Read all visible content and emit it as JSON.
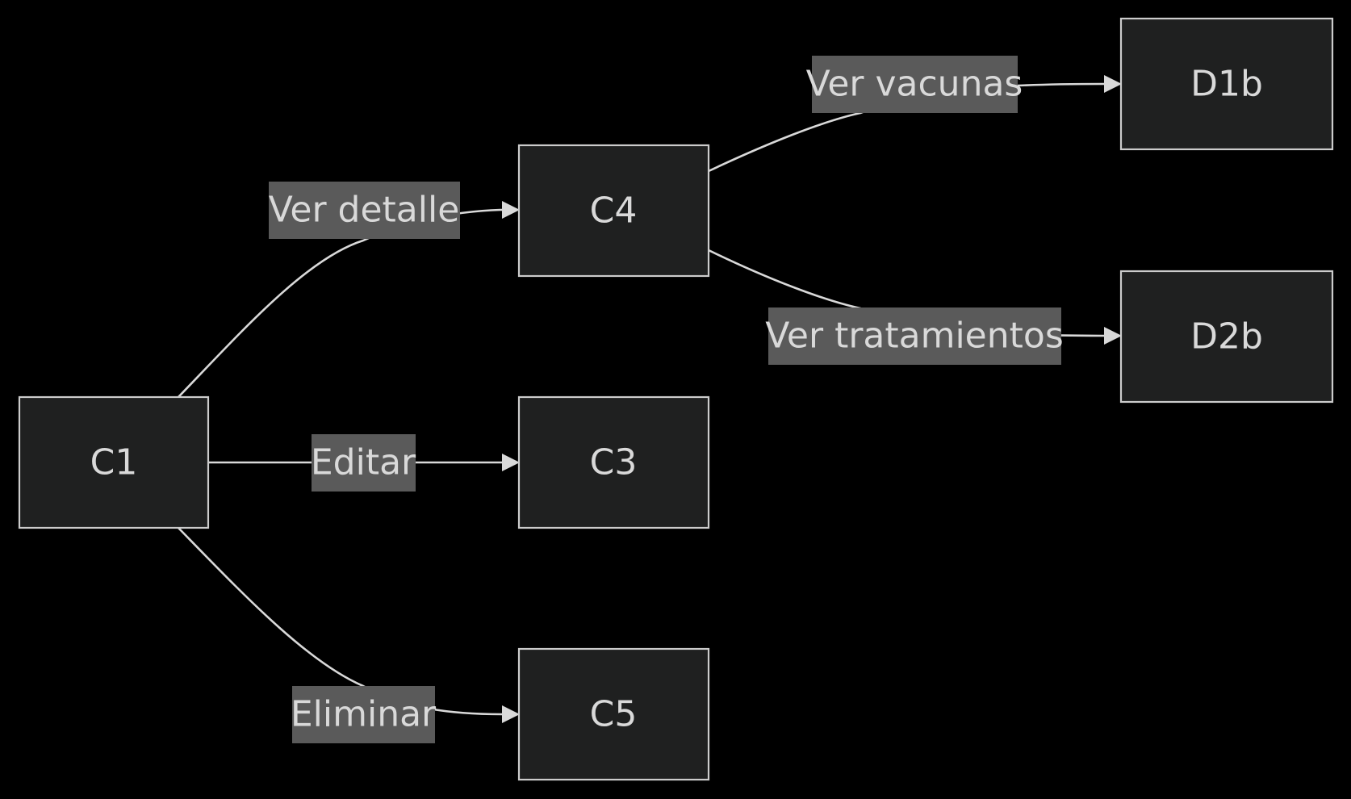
{
  "diagram": {
    "type": "flowchart",
    "direction": "LR",
    "nodes": [
      {
        "id": "C1",
        "label": "C1"
      },
      {
        "id": "C4",
        "label": "C4"
      },
      {
        "id": "C3",
        "label": "C3"
      },
      {
        "id": "C5",
        "label": "C5"
      },
      {
        "id": "D1b",
        "label": "D1b"
      },
      {
        "id": "D2b",
        "label": "D2b"
      }
    ],
    "edges": [
      {
        "from": "C1",
        "to": "C4",
        "label": "Ver detalle"
      },
      {
        "from": "C1",
        "to": "C3",
        "label": "Editar"
      },
      {
        "from": "C1",
        "to": "C5",
        "label": "Eliminar"
      },
      {
        "from": "C4",
        "to": "D1b",
        "label": "Ver vacunas"
      },
      {
        "from": "C4",
        "to": "D2b",
        "label": "Ver tratamientos"
      }
    ],
    "colors": {
      "background": "#000000",
      "node_fill": "#1f2020",
      "node_stroke": "#cccccc",
      "edge": "#d9d9d9",
      "label_bg": "#5a5a5a",
      "text": "#d9d9d9"
    }
  }
}
